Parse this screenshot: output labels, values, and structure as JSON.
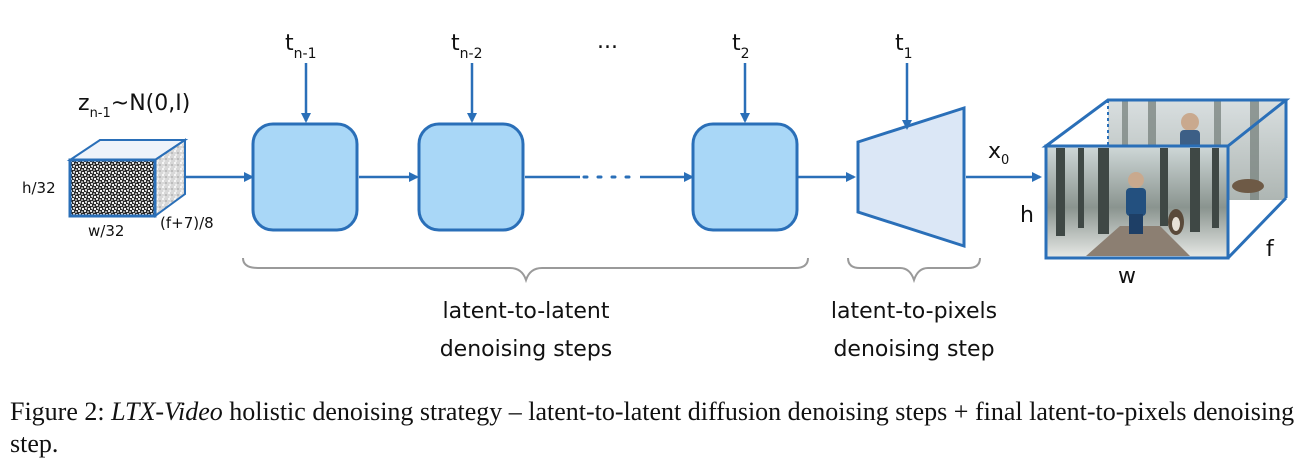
{
  "diagram": {
    "noise_label": "z_{n-1}~N(0,I)",
    "noise_label_main": "z",
    "noise_label_sub": "n-1",
    "noise_label_rest": "~N(0,I)",
    "latent_dims": {
      "h": "h/32",
      "w": "w/32",
      "f": "(f+7)/8"
    },
    "timesteps": [
      {
        "base": "t",
        "sub": "n-1"
      },
      {
        "base": "t",
        "sub": "n-2"
      },
      {
        "base": "...",
        "sub": ""
      },
      {
        "base": "t",
        "sub": "2"
      },
      {
        "base": "t",
        "sub": "1"
      }
    ],
    "output_label": {
      "base": "x",
      "sub": "0"
    },
    "video_dims": {
      "h": "h",
      "w": "w",
      "f": "f"
    },
    "group_latent": {
      "line1": "latent-to-latent",
      "line2": "denoising steps"
    },
    "group_pixel": {
      "line1": "latent-to-pixels",
      "line2": "denoising step"
    },
    "colors": {
      "accent": "#2a6fb8",
      "box_fill": "#a9d7f7",
      "decoder_fill": "#dbe7f6",
      "brace": "#9a9a9a"
    }
  },
  "caption": {
    "prefix": "Figure 2: ",
    "title": "LTX-Video",
    "text": " holistic denoising strategy – latent-to-latent diffusion denoising steps + final latent-to-pixels denoising step."
  }
}
